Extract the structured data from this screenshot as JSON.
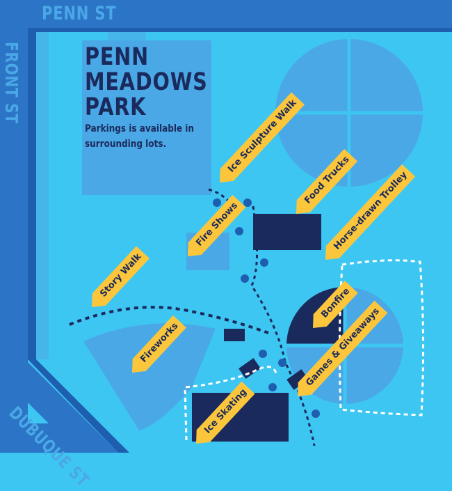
{
  "map": {
    "title_lines": [
      "PENN",
      "MEADOWS",
      "PARK"
    ],
    "parking_note": "Parkings is available in surrounding lots.",
    "streets": {
      "north": "PENN ST",
      "west": "FRONT ST",
      "southwest": "DUBUQUE ST"
    },
    "attractions": [
      "Ice Sculpture Walk",
      "Food Trucks",
      "Horse-drawn Trolley",
      "Fire Shows",
      "Story Walk",
      "Bonfire",
      "Games & Giveaways",
      "Fireworks",
      "Ice Skating"
    ],
    "colors": {
      "park_grass": "#3ec6f2",
      "street": "#2b74c6",
      "street_dark": "#1e5eaf",
      "building": "#1b2a5c",
      "field": "#4aa8e6",
      "label_flag": "#fcc63c",
      "path_dot": "#1e5eaf",
      "trail_dash": "#1b2a5c",
      "outline_dash": "#ffffff"
    }
  }
}
